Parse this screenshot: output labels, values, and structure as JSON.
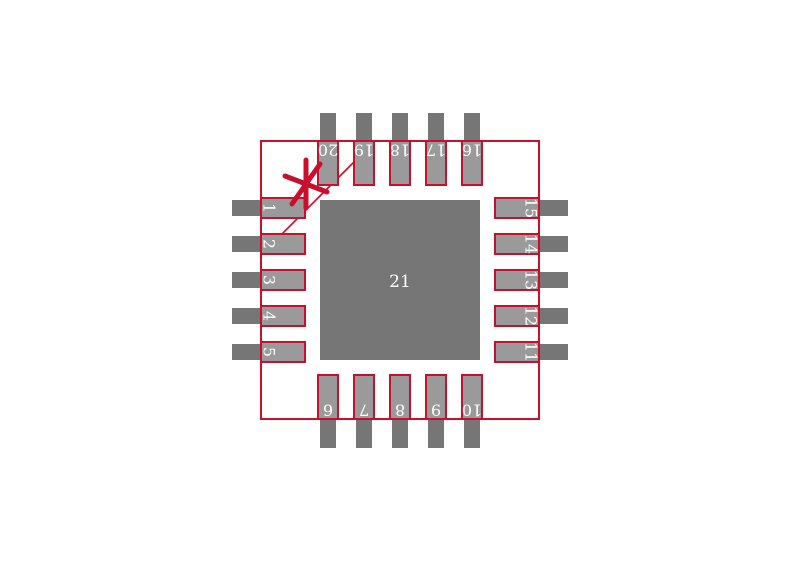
{
  "footprint": {
    "pins": {
      "left": [
        "1",
        "2",
        "3",
        "4",
        "5"
      ],
      "bottom": [
        "6",
        "7",
        "8",
        "9",
        "10"
      ],
      "right": [
        "11",
        "12",
        "13",
        "14",
        "15"
      ],
      "top": [
        "16",
        "17",
        "18",
        "19",
        "20"
      ]
    },
    "thermal_pad_label": "21"
  },
  "colors": {
    "copper": "#767676",
    "pad_fill": "#9a9a9a",
    "outline": "#c8102e",
    "label": "#ffffff",
    "background": "#ffffff"
  },
  "icons": {
    "pin1_marker": "asterisk-icon"
  }
}
